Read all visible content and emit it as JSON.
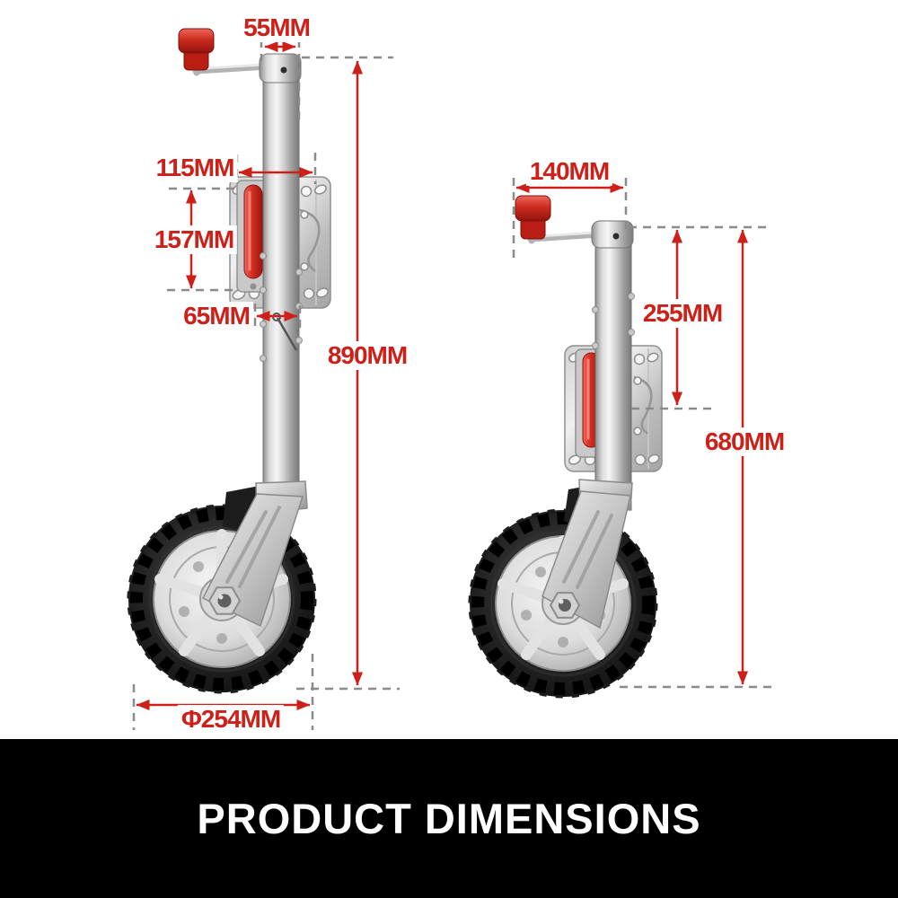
{
  "banner": {
    "title": "PRODUCT DIMENSIONS"
  },
  "left_unit": {
    "name": "jockey wheel extended side view",
    "dimensions": {
      "tube_width": "55MM",
      "plate_width": "115MM",
      "plate_height": "157MM",
      "clamp_depth": "65MM",
      "overall_height": "890MM",
      "wheel_diameter": "Φ254MM"
    }
  },
  "right_unit": {
    "name": "jockey wheel retracted side view",
    "dimensions": {
      "handle_length": "140MM",
      "upper_tube_length": "255MM",
      "overall_height": "680MM"
    }
  },
  "colors": {
    "dimension_red": "#cd2019",
    "dash_gray": "#8a8a8a",
    "banner_bg": "#000000",
    "banner_fg": "#ffffff",
    "knob_red": "#c6281f",
    "tire_black": "#111111",
    "background": "#ffffff"
  }
}
